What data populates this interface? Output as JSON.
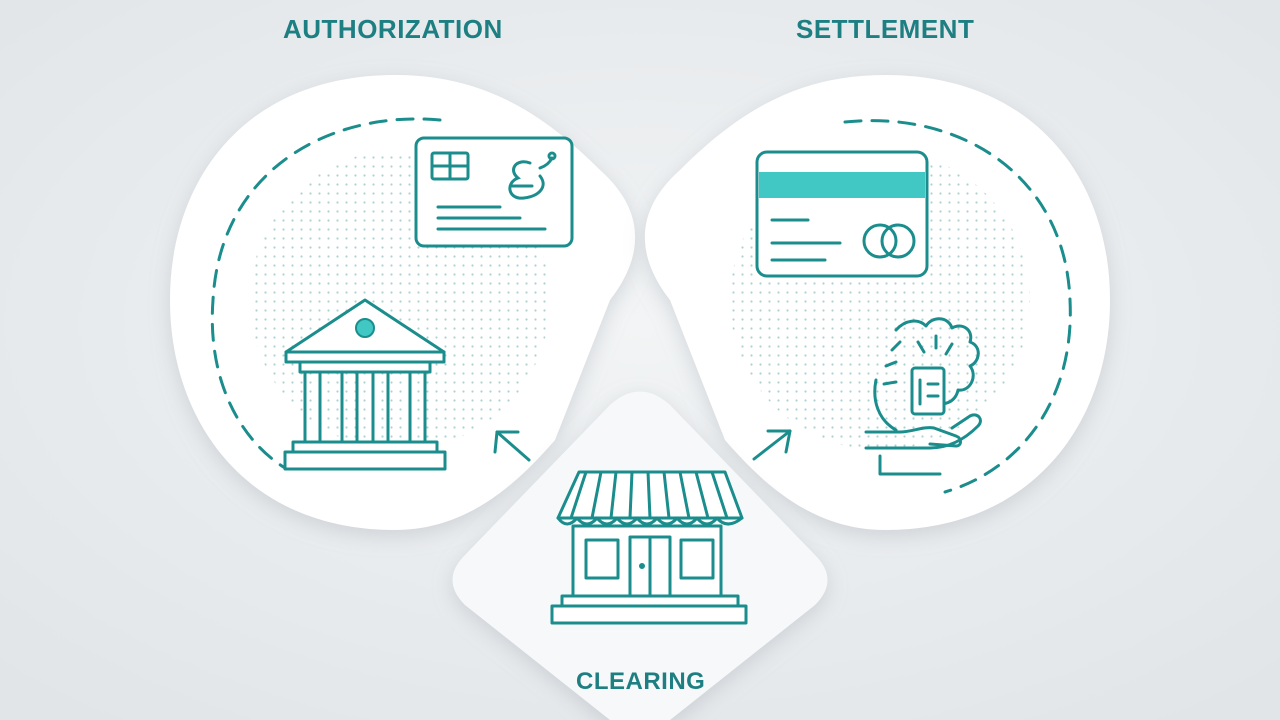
{
  "stages": {
    "authorization": {
      "label": "AUTHORIZATION"
    },
    "settlement": {
      "label": "SETTLEMENT"
    },
    "clearing": {
      "label": "CLEARING"
    }
  },
  "colors": {
    "background": "#e9ecef",
    "panel": "#ffffff",
    "accent": "#1a8d8c",
    "label_text": "#1e7f83",
    "dot": "#a7cccd",
    "highlight": "#41c7c4"
  },
  "icons": {
    "authorization": [
      "credit-card-icon",
      "bank-building-icon"
    ],
    "settlement": [
      "credit-card-icon",
      "hand-money-icon"
    ],
    "clearing": [
      "storefront-icon"
    ],
    "connectors": [
      "arrow-up-left-icon",
      "arrow-up-right-icon"
    ]
  }
}
